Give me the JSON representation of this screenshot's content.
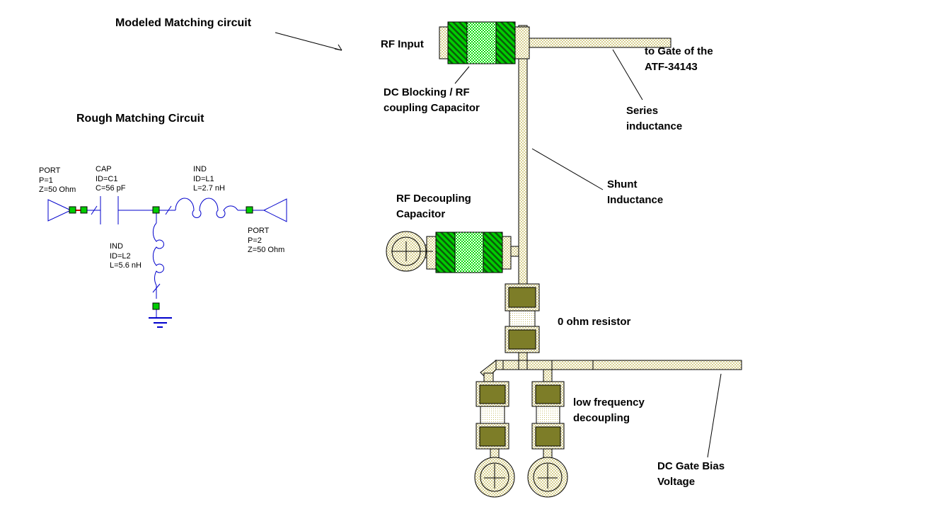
{
  "titles": {
    "modeled": "Modeled Matching circuit",
    "rough": "Rough Matching Circuit"
  },
  "layout_labels": {
    "rf_input": "RF Input",
    "dc_blocking": "DC Blocking / RF\ncoupling Capacitor",
    "to_gate": "to Gate of the\nATF-34143",
    "series_inductance": "Series\ninductance",
    "shunt_inductance": "Shunt\nInductance",
    "rf_decoupling": "RF Decoupling\nCapacitor",
    "zero_ohm": "0 ohm resistor",
    "low_freq": "low frequency\ndecoupling",
    "dc_gate_bias": "DC Gate Bias\nVoltage"
  },
  "schematic_labels": {
    "port1": "PORT\nP=1\nZ=50 Ohm",
    "cap_c1": "CAP\nID=C1\nC=56 pF",
    "ind_l1": "IND\nID=L1\nL=2.7 nH",
    "ind_l2": "IND\nID=L2\nL=5.6 nH",
    "port2": "PORT\nP=2\nZ=50 Ohm"
  },
  "colors": {
    "trace_khaki": "#d8d090",
    "pad_olive": "#7d7d28",
    "capacitor_green": "#00dd00",
    "hatch_dark_green": "#0b5c0b",
    "schematic_blue": "#0000cc",
    "node_green": "#00cc00",
    "wire_red": "#cc0000",
    "background": "#ffffff"
  }
}
